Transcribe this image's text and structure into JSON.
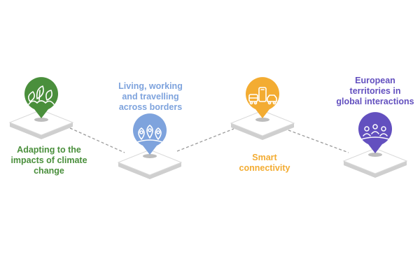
{
  "colors": {
    "green": "#4a8f3c",
    "blue": "#7ea3dd",
    "orange": "#f3ac32",
    "purple": "#6350bf",
    "platform_top": "#ffffff",
    "platform_side": "#cfcfcf",
    "platform_edge": "#d9d9d9",
    "connector": "#9a9a9a",
    "shadow": "#bdbdbd"
  },
  "steps": [
    {
      "id": "climate",
      "icon": "leaves-icon",
      "color": "#4a8f3c",
      "label_lines": [
        "Adapting to the",
        "impacts of climate",
        "change"
      ]
    },
    {
      "id": "borders",
      "icon": "location-pins-icon",
      "color": "#7ea3dd",
      "label_lines": [
        "Living, working",
        "and travelling",
        "across borders"
      ]
    },
    {
      "id": "connectivity",
      "icon": "transport-phone-icon",
      "color": "#f3ac32",
      "label_lines": [
        "Smart",
        "connectivity"
      ]
    },
    {
      "id": "global",
      "icon": "people-group-icon",
      "color": "#6350bf",
      "label_lines": [
        "European",
        "territories in",
        "global interactions"
      ]
    }
  ]
}
